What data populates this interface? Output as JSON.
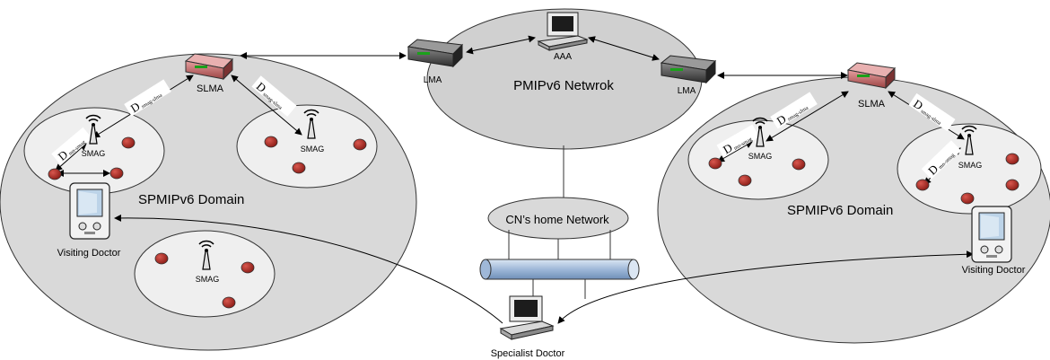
{
  "labels": {
    "pmipv6_network": "PMIPv6 Netwrok",
    "aaa": "AAA",
    "lma_left": "LMA",
    "lma_right": "LMA",
    "slma_left": "SLMA",
    "slma_right": "SLMA",
    "spmipv6_domain_left": "SPMIPv6 Domain",
    "spmipv6_domain_right": "SPMIPv6 Domain",
    "cn_home_network": "CN’s home Network",
    "visiting_doctor_left": "Visiting Doctor",
    "visiting_doctor_right": "Visiting Doctor",
    "specialist_doctor": "Specialist Doctor",
    "smag_1": "SMAG",
    "smag_2": "SMAG",
    "smag_3": "SMAG",
    "smag_4": "SMAG",
    "smag_5": "SMAG"
  },
  "link_labels": {
    "d_main": "D",
    "d_smag_slma": "smag-slma",
    "d_mn_smag": "mn-smag"
  },
  "colors": {
    "domain_fill": "#d9d9d9",
    "cell_fill": "#efefef",
    "mn_node": "#b22a22",
    "slma_router": "#c87070",
    "lma_router": "#555555",
    "pipe_fill": "#b8cce4"
  }
}
